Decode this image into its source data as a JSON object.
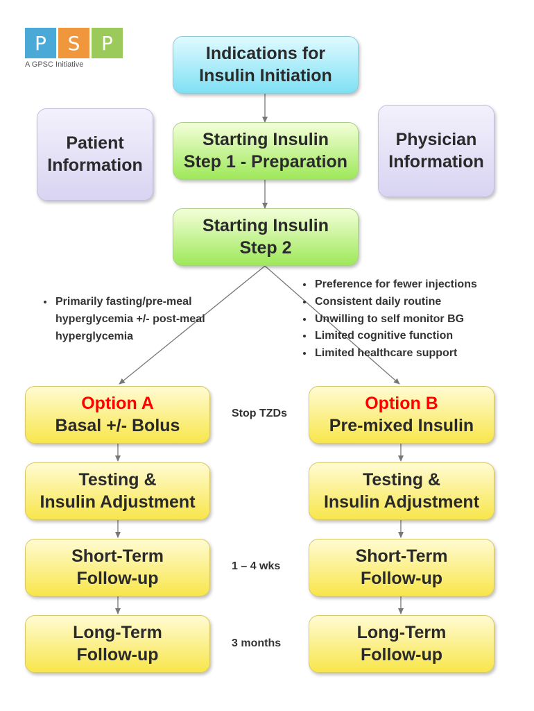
{
  "logo": {
    "letters": [
      "P",
      "S",
      "P"
    ],
    "colors": [
      "#4aa9d6",
      "#f0963c",
      "#9bc95a"
    ],
    "tagline": "A GPSC Initiative"
  },
  "nodes": {
    "indications": {
      "line1": "Indications for",
      "line2": "Insulin Initiation"
    },
    "patient_info": {
      "line1": "Patient",
      "line2": "Information"
    },
    "physician_info": {
      "line1": "Physician",
      "line2": "Information"
    },
    "step1": {
      "line1": "Starting Insulin",
      "line2": "Step 1 - Preparation"
    },
    "step2": {
      "line1": "Starting Insulin",
      "line2": "Step 2"
    },
    "option_a": {
      "title": "Option A",
      "subtitle": "Basal +/- Bolus"
    },
    "option_b": {
      "title": "Option B",
      "subtitle": "Pre-mixed Insulin"
    },
    "testing_a": {
      "line1": "Testing &",
      "line2": "Insulin Adjustment"
    },
    "testing_b": {
      "line1": "Testing &",
      "line2": "Insulin Adjustment"
    },
    "short_a": {
      "line1": "Short-Term",
      "line2": "Follow-up"
    },
    "short_b": {
      "line1": "Short-Term",
      "line2": "Follow-up"
    },
    "long_a": {
      "line1": "Long-Term",
      "line2": "Follow-up"
    },
    "long_b": {
      "line1": "Long-Term",
      "line2": "Follow-up"
    }
  },
  "left_criteria": [
    "Primarily fasting/pre-meal hyperglycemia +/- post-meal hyperglycemia"
  ],
  "right_criteria": [
    "Preference for fewer injections",
    "Consistent daily routine",
    "Unwilling to self monitor BG",
    "Limited cognitive function",
    "Limited healthcare support"
  ],
  "labels": {
    "stop_tzds": "Stop TZDs",
    "short_interval": "1 – 4 wks",
    "long_interval": "3 months"
  },
  "colors": {
    "option_title": "#ff0000",
    "arrow": "#777777"
  }
}
